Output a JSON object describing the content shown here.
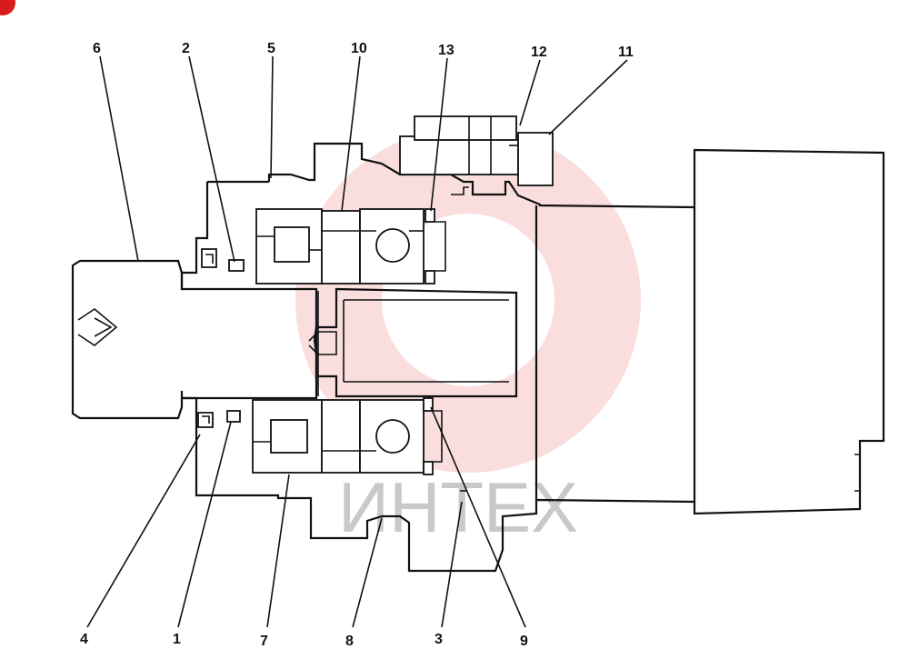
{
  "diagram": {
    "labels": {
      "l1": "1",
      "l2": "2",
      "l3": "3",
      "l4": "4",
      "l5": "5",
      "l6": "6",
      "l7": "7",
      "l8": "8",
      "l9": "9",
      "l10": "10",
      "l11": "11",
      "l12": "12",
      "l13": "13"
    },
    "watermark": {
      "text": "ИНТЕХ",
      "color": "#f08a8a"
    }
  }
}
